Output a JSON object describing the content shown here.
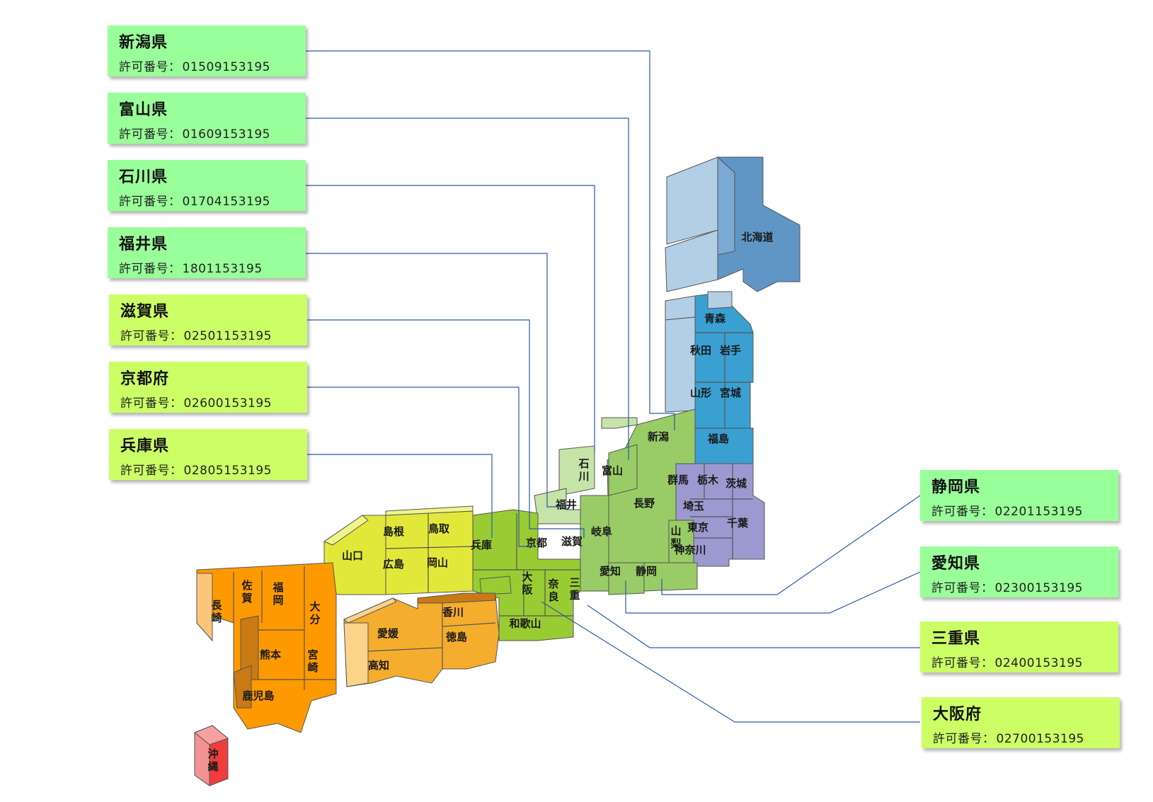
{
  "permit_label": "許可番号：",
  "colors": {
    "card_green": "#99ff99",
    "card_lime": "#ccff66",
    "hokkaido": "#5f96c6",
    "tohoku": "#3aa0d2",
    "kanto": "#9c99d0",
    "chubu": "#99cc66",
    "kinki": "#99cc33",
    "chugoku": "#e2e83a",
    "shikoku": "#f5ad2e",
    "kyushu": "#ff9900",
    "okinawa": "#ef3c3c",
    "connector": "#2b5aa8"
  },
  "cards": [
    {
      "id": "niigata",
      "name": "新潟県",
      "number": "01509153195",
      "color": "green"
    },
    {
      "id": "toyama",
      "name": "富山県",
      "number": "01609153195",
      "color": "green"
    },
    {
      "id": "ishikawa",
      "name": "石川県",
      "number": "01704153195",
      "color": "green"
    },
    {
      "id": "fukui",
      "name": "福井県",
      "number": "1801153195",
      "color": "green"
    },
    {
      "id": "shiga",
      "name": "滋賀県",
      "number": "02501153195",
      "color": "lime"
    },
    {
      "id": "kyoto",
      "name": "京都府",
      "number": "02600153195",
      "color": "lime"
    },
    {
      "id": "hyogo",
      "name": "兵庫県",
      "number": "02805153195",
      "color": "lime"
    },
    {
      "id": "shizuoka",
      "name": "静岡県",
      "number": "02201153195",
      "color": "green"
    },
    {
      "id": "aichi",
      "name": "愛知県",
      "number": "02300153195",
      "color": "green"
    },
    {
      "id": "mie",
      "name": "三重県",
      "number": "02400153195",
      "color": "lime"
    },
    {
      "id": "osaka",
      "name": "大阪府",
      "number": "02700153195",
      "color": "lime"
    }
  ],
  "prefectures": {
    "hokkaido": "北海道",
    "aomori": "青森",
    "akita": "秋田",
    "iwate": "岩手",
    "yamagata": "山形",
    "miyagi": "宮城",
    "fukushima": "福島",
    "niigata": "新潟",
    "toyama": "富山",
    "ishikawa": "石川",
    "fukui": "福井",
    "nagano": "長野",
    "gifu": "岐阜",
    "yamanashi": "山梨",
    "shizuoka": "静岡",
    "aichi": "愛知",
    "gunma": "群馬",
    "tochigi": "栃木",
    "ibaraki": "茨城",
    "saitama": "埼玉",
    "tokyo": "東京",
    "chiba": "千葉",
    "kanagawa": "神奈川",
    "shiga": "滋賀",
    "kyoto": "京都",
    "hyogo": "兵庫",
    "osaka": "大阪",
    "nara": "奈良",
    "mie": "三重",
    "wakayama": "和歌山",
    "tottori": "鳥取",
    "shimane": "島根",
    "okayama": "岡山",
    "hiroshima": "広島",
    "yamaguchi": "山口",
    "kagawa": "香川",
    "tokushima": "徳島",
    "ehime": "愛媛",
    "kochi": "高知",
    "fukuoka": "福岡",
    "saga": "佐賀",
    "nagasaki": "長崎",
    "oita": "大分",
    "kumamoto": "熊本",
    "miyazaki": "宮崎",
    "kagoshima": "鹿児島",
    "okinawa": "沖縄"
  }
}
